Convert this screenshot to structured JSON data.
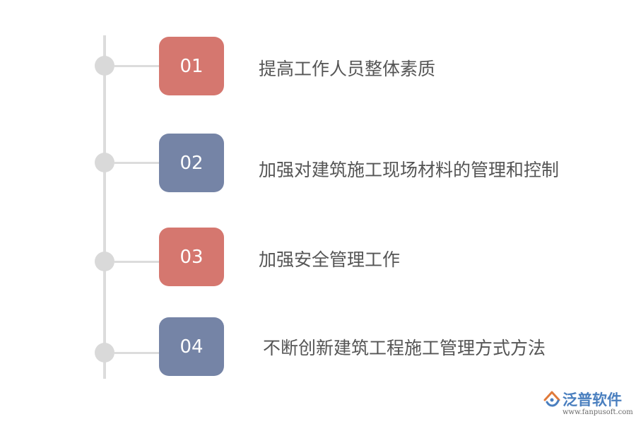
{
  "steps": [
    {
      "number": "01",
      "text": "提高工作人员整体素质",
      "color": "#d5776f"
    },
    {
      "number": "02",
      "text": "加强对建筑施工现场材料的管理和控制",
      "color": "#7584a6"
    },
    {
      "number": "03",
      "text": "加强安全管理工作",
      "color": "#d5776f"
    },
    {
      "number": "04",
      "text": "不断创新建筑工程施工管理方式方法",
      "color": "#7584a6"
    }
  ],
  "brand": {
    "name": "泛普软件",
    "url": "www.fanpusoft.com",
    "logo_icon": "fanpu-logo-icon"
  }
}
